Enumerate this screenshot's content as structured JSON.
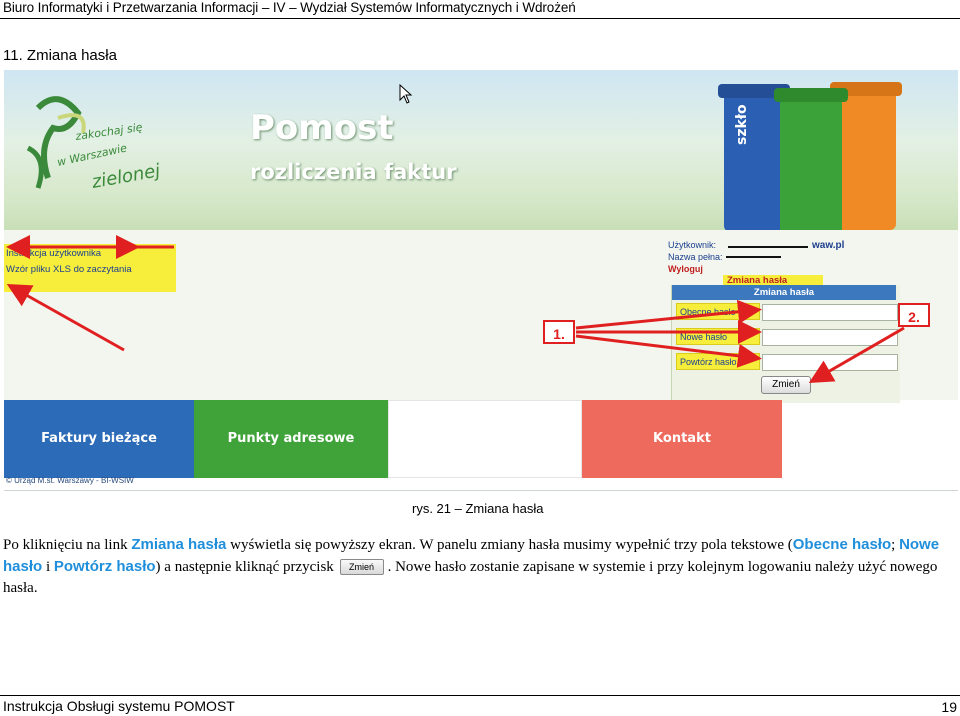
{
  "header": {
    "title": "Biuro Informatyki i Przetwarzania Informacji – IV – Wydział Systemów Informatycznych i Wdrożeń"
  },
  "section": {
    "title": "11. Zmiana hasła"
  },
  "screenshot": {
    "logo_text": [
      "zakochaj się",
      "w Warszawie",
      "zielonej"
    ],
    "app_title": "Pomost",
    "app_subtitle": "rozliczenia faktur",
    "bin_labels": [
      "szkło"
    ],
    "help_links": [
      "Instrukcja użytkownika",
      "Wzór pliku XLS do zaczytania"
    ],
    "user_panel": {
      "user_label": "Użytkownik:",
      "user_domain": "waw.pl",
      "name_label": "Nazwa pełna:",
      "logout": "Wyloguj",
      "change_password_link": "Zmiana hasła"
    },
    "form": {
      "title": "Zmiana hasła",
      "fields": [
        "Obecne hasło",
        "Nowe hasło",
        "Powtórz hasło"
      ],
      "submit": "Zmień"
    },
    "badges": [
      "1.",
      "2."
    ],
    "nav": [
      {
        "label": "Faktury bieżące",
        "color": "#2c6bb7"
      },
      {
        "label": "Punkty adresowe",
        "color": "#3fa339"
      },
      {
        "label": "",
        "color": "#ffffff"
      },
      {
        "label": "Kontakt",
        "color": "#ee6a5c"
      }
    ],
    "footer": "© Urząd M.st. Warszawy - BI-WSIW"
  },
  "caption": "rys. 21 – Zmiana hasła",
  "paragraph": {
    "p1": "Po kliknięciu na link ",
    "h1": "Zmiana hasła",
    "p2": " wyświetla się powyższy ekran. W panelu zmiany hasła musimy wypełnić trzy pola tekstowe (",
    "h2": "Obecne hasło",
    "p3": "; ",
    "h3": "Nowe hasło",
    "p4": " i ",
    "h4": "Powtórz hasło",
    "p5": ") a następnie kliknąć przycisk ",
    "btn": "Zmień",
    "p6": ". Nowe hasło zostanie zapisane w systemie i przy kolejnym logowaniu należy użyć nowego hasła."
  },
  "footer": {
    "doc": "Instrukcja Obsługi systemu POMOST",
    "page": "19"
  },
  "colors": {
    "highlight": "#1f8fdb",
    "annotation": "#e02020",
    "marker": "#f6ee3b"
  }
}
